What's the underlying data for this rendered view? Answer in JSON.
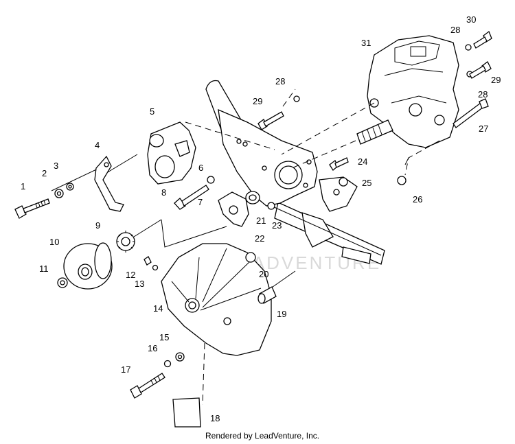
{
  "footer": "Rendered by LeadVenture, Inc.",
  "watermark": "LEADVENTURE",
  "callouts": [
    {
      "id": "c1",
      "text": "1"
    },
    {
      "id": "c2",
      "text": "2"
    },
    {
      "id": "c3",
      "text": "3"
    },
    {
      "id": "c4",
      "text": "4"
    },
    {
      "id": "c5",
      "text": "5"
    },
    {
      "id": "c6",
      "text": "6"
    },
    {
      "id": "c7",
      "text": "7"
    },
    {
      "id": "c8",
      "text": "8"
    },
    {
      "id": "c9",
      "text": "9"
    },
    {
      "id": "c10",
      "text": "10"
    },
    {
      "id": "c11",
      "text": "11"
    },
    {
      "id": "c12",
      "text": "12"
    },
    {
      "id": "c13",
      "text": "13"
    },
    {
      "id": "c14",
      "text": "14"
    },
    {
      "id": "c15",
      "text": "15"
    },
    {
      "id": "c16",
      "text": "16"
    },
    {
      "id": "c17",
      "text": "17"
    },
    {
      "id": "c18",
      "text": "18"
    },
    {
      "id": "c19",
      "text": "19"
    },
    {
      "id": "c20",
      "text": "20"
    },
    {
      "id": "c21",
      "text": "21"
    },
    {
      "id": "c22",
      "text": "22"
    },
    {
      "id": "c23",
      "text": "23"
    },
    {
      "id": "c24",
      "text": "24"
    },
    {
      "id": "c25",
      "text": "25"
    },
    {
      "id": "c26",
      "text": "26"
    },
    {
      "id": "c27",
      "text": "27"
    },
    {
      "id": "c28a",
      "text": "28"
    },
    {
      "id": "c28b",
      "text": "28"
    },
    {
      "id": "c28c",
      "text": "28"
    },
    {
      "id": "c29a",
      "text": "29"
    },
    {
      "id": "c29b",
      "text": "29"
    },
    {
      "id": "c30",
      "text": "30"
    },
    {
      "id": "c31",
      "text": "31"
    }
  ]
}
